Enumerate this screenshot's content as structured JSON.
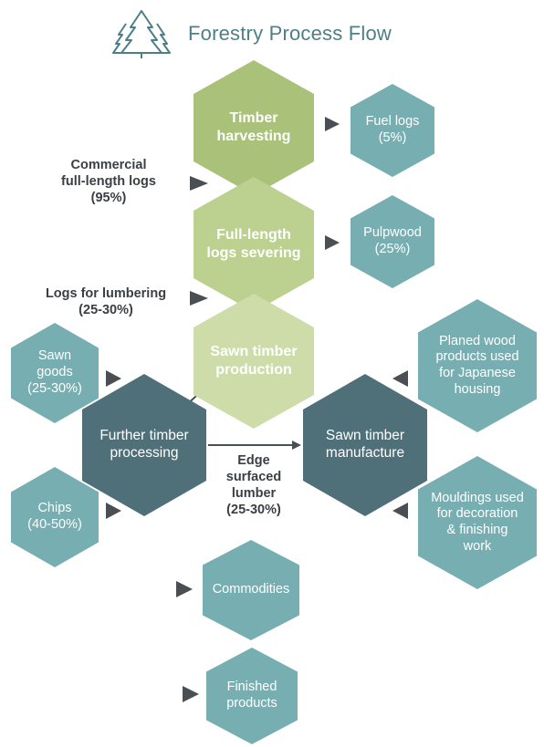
{
  "header": {
    "title": "Forestry Process Flow",
    "icon": "pine-trees-icon"
  },
  "colors": {
    "green_dark": "#a9c179",
    "green_mid": "#bcd08f",
    "green_light": "#cedca9",
    "slate": "#4f6f79",
    "teal": "#76aeb2",
    "arrow": "#4a4f54",
    "title": "#4d7f86"
  },
  "nodes": {
    "timber_harvesting": "Timber\nharvesting",
    "full_length_severing": "Full-length\nlogs severing",
    "sawn_timber_production": "Sawn timber\nproduction",
    "further_timber_processing": "Further timber\nprocessing",
    "sawn_timber_manufacture": "Sawn timber\nmanufacture",
    "fuel_logs": "Fuel logs\n(5%)",
    "pulpwood": "Pulpwood\n(25%)",
    "sawn_goods": "Sawn\ngoods\n(25-30%)",
    "chips": "Chips\n(40-50%)",
    "planed_wood": "Planed wood\nproducts used\nfor Japanese\nhousing",
    "mouldings": "Mouldings used\nfor decoration\n& finishing\nwork",
    "commodities": "Commodities",
    "finished_products": "Finished\nproducts"
  },
  "notes": {
    "commercial_logs": "Commercial\nfull-length logs\n(95%)",
    "logs_lumbering": "Logs for lumbering\n(25-30%)",
    "edge_surfaced": "Edge\nsurfaced\nlumber\n(25-30%)"
  }
}
